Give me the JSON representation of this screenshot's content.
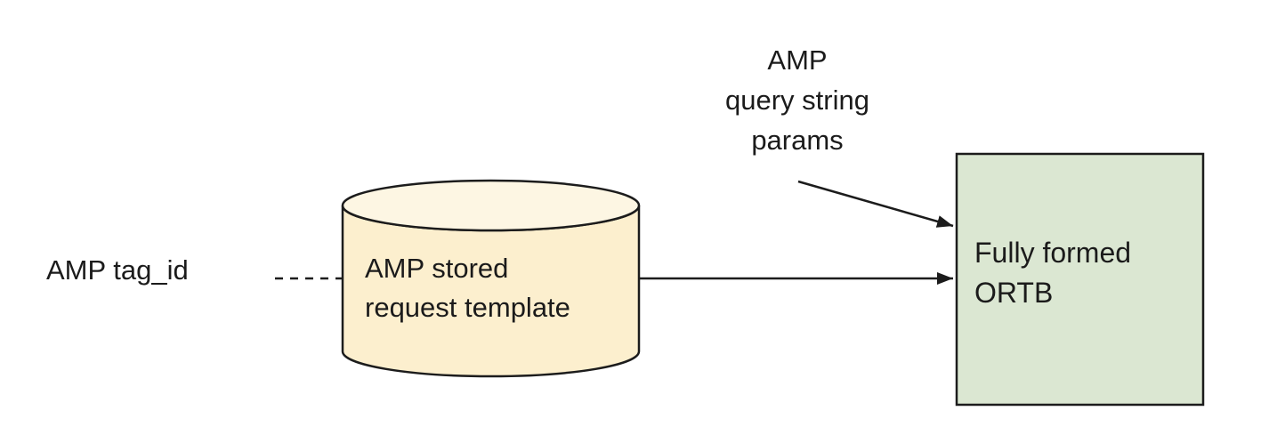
{
  "diagram": {
    "background_color": "#ffffff",
    "stroke_color": "#1c1c1c",
    "text_color": "#1b1b1b",
    "left_label": {
      "text": "AMP tag_id"
    },
    "stored_request_cylinder": {
      "lines": [
        "AMP stored",
        "request template"
      ],
      "body_fill": "#fcefce",
      "top_fill": "#fdf6e3"
    },
    "query_string_label": {
      "lines": [
        "AMP",
        "query string",
        "params"
      ]
    },
    "ortb_box": {
      "lines": [
        "Fully formed",
        "ORTB"
      ],
      "fill": "#dbe7d2"
    },
    "connectors": {
      "tag_id_to_cylinder": "dashed line",
      "cylinder_to_box": "solid arrow",
      "query_params_to_box": "solid arrow"
    }
  }
}
